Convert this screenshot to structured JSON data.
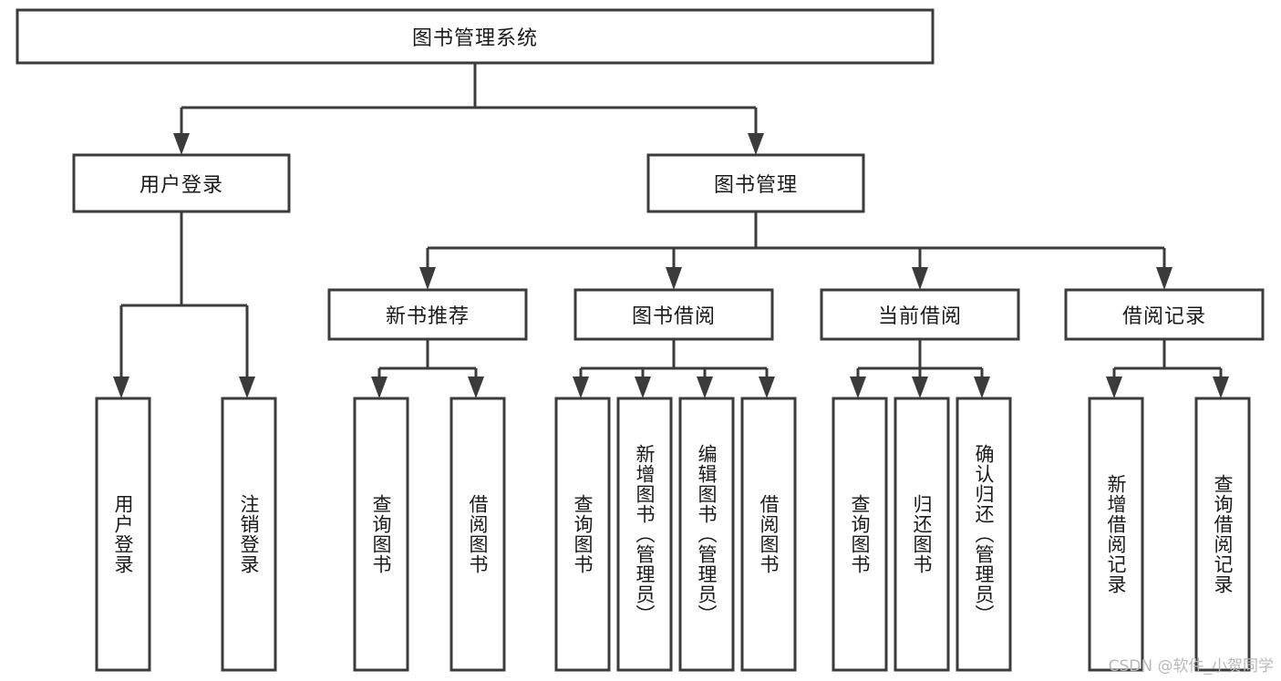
{
  "diagram": {
    "title": "图书管理系统",
    "type": "hierarchy-tree",
    "orientation": "top-down",
    "style": {
      "box_fill": "#ffffff",
      "box_stroke": "#3b3b3b",
      "connector_stroke": "#3b3b3b",
      "text_color": "#1a1a1a",
      "background": "#ffffff",
      "watermark_color": "#b9b9b9"
    },
    "levels": [
      {
        "level": 1,
        "nodes": [
          {
            "id": "root",
            "label": "图书管理系统",
            "orientation": "horizontal"
          }
        ]
      },
      {
        "level": 2,
        "nodes": [
          {
            "id": "login",
            "label": "用户登录",
            "orientation": "horizontal",
            "parent": "root"
          },
          {
            "id": "bookmgmt",
            "label": "图书管理",
            "orientation": "horizontal",
            "parent": "root"
          }
        ]
      },
      {
        "level": 3,
        "nodes": [
          {
            "id": "newbook",
            "label": "新书推荐",
            "orientation": "horizontal",
            "parent": "bookmgmt"
          },
          {
            "id": "borrow",
            "label": "图书借阅",
            "orientation": "horizontal",
            "parent": "bookmgmt"
          },
          {
            "id": "current",
            "label": "当前借阅",
            "orientation": "horizontal",
            "parent": "bookmgmt"
          },
          {
            "id": "records",
            "label": "借阅记录",
            "orientation": "horizontal",
            "parent": "bookmgmt"
          }
        ]
      },
      {
        "level": 4,
        "nodes": [
          {
            "id": "leaf1",
            "label": "用户登录",
            "orientation": "vertical",
            "parent": "login"
          },
          {
            "id": "leaf2",
            "label": "注销登录",
            "orientation": "vertical",
            "parent": "login"
          },
          {
            "id": "leaf3",
            "label": "查询图书",
            "orientation": "vertical",
            "parent": "newbook"
          },
          {
            "id": "leaf4",
            "label": "借阅图书",
            "orientation": "vertical",
            "parent": "newbook"
          },
          {
            "id": "leaf5",
            "label": "查询图书",
            "orientation": "vertical",
            "parent": "borrow"
          },
          {
            "id": "leaf6",
            "label": "新增图书（管理员）",
            "orientation": "vertical",
            "parent": "borrow"
          },
          {
            "id": "leaf7",
            "label": "编辑图书（管理员）",
            "orientation": "vertical",
            "parent": "borrow"
          },
          {
            "id": "leaf8",
            "label": "借阅图书",
            "orientation": "vertical",
            "parent": "borrow"
          },
          {
            "id": "leaf9",
            "label": "查询图书",
            "orientation": "vertical",
            "parent": "current"
          },
          {
            "id": "leaf10",
            "label": "归还图书",
            "orientation": "vertical",
            "parent": "current"
          },
          {
            "id": "leaf11",
            "label": "确认归还（管理员）",
            "orientation": "vertical",
            "parent": "current"
          },
          {
            "id": "leaf12",
            "label": "新增借阅记录",
            "orientation": "vertical",
            "parent": "records"
          },
          {
            "id": "leaf13",
            "label": "查询借阅记录",
            "orientation": "vertical",
            "parent": "records"
          }
        ]
      }
    ]
  },
  "watermark": {
    "text": "CSDN @软件_小贺同学"
  }
}
